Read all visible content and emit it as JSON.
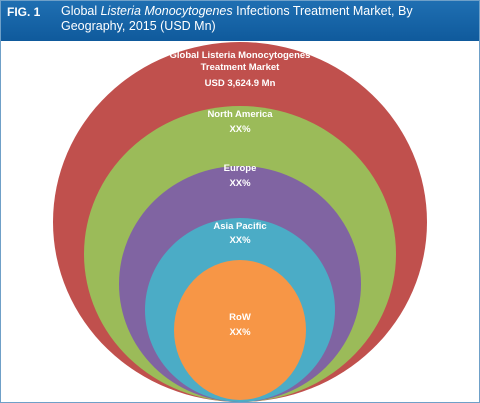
{
  "header": {
    "fig_label": "FIG. 1",
    "title_prefix": "Global ",
    "title_italic": "Listeria Monocytogenes",
    "title_suffix": " Infections Treatment Market, By Geography, 2015 (USD Mn)"
  },
  "rings": [
    {
      "name_line1": "Global Listeria Monocytogenes",
      "name_line2": "Treatment Market",
      "value": "USD 3,624.9 Mn",
      "color": "#c0504d"
    },
    {
      "name_line1": "North America",
      "value": "XX%",
      "color": "#9bbb59"
    },
    {
      "name_line1": "Europe",
      "value": "XX%",
      "color": "#8064a2"
    },
    {
      "name_line1": "Asia Pacific",
      "value": "XX%",
      "color": "#4bacc6"
    },
    {
      "name_line1": "RoW",
      "value": "XX%",
      "color": "#f79646"
    }
  ]
}
